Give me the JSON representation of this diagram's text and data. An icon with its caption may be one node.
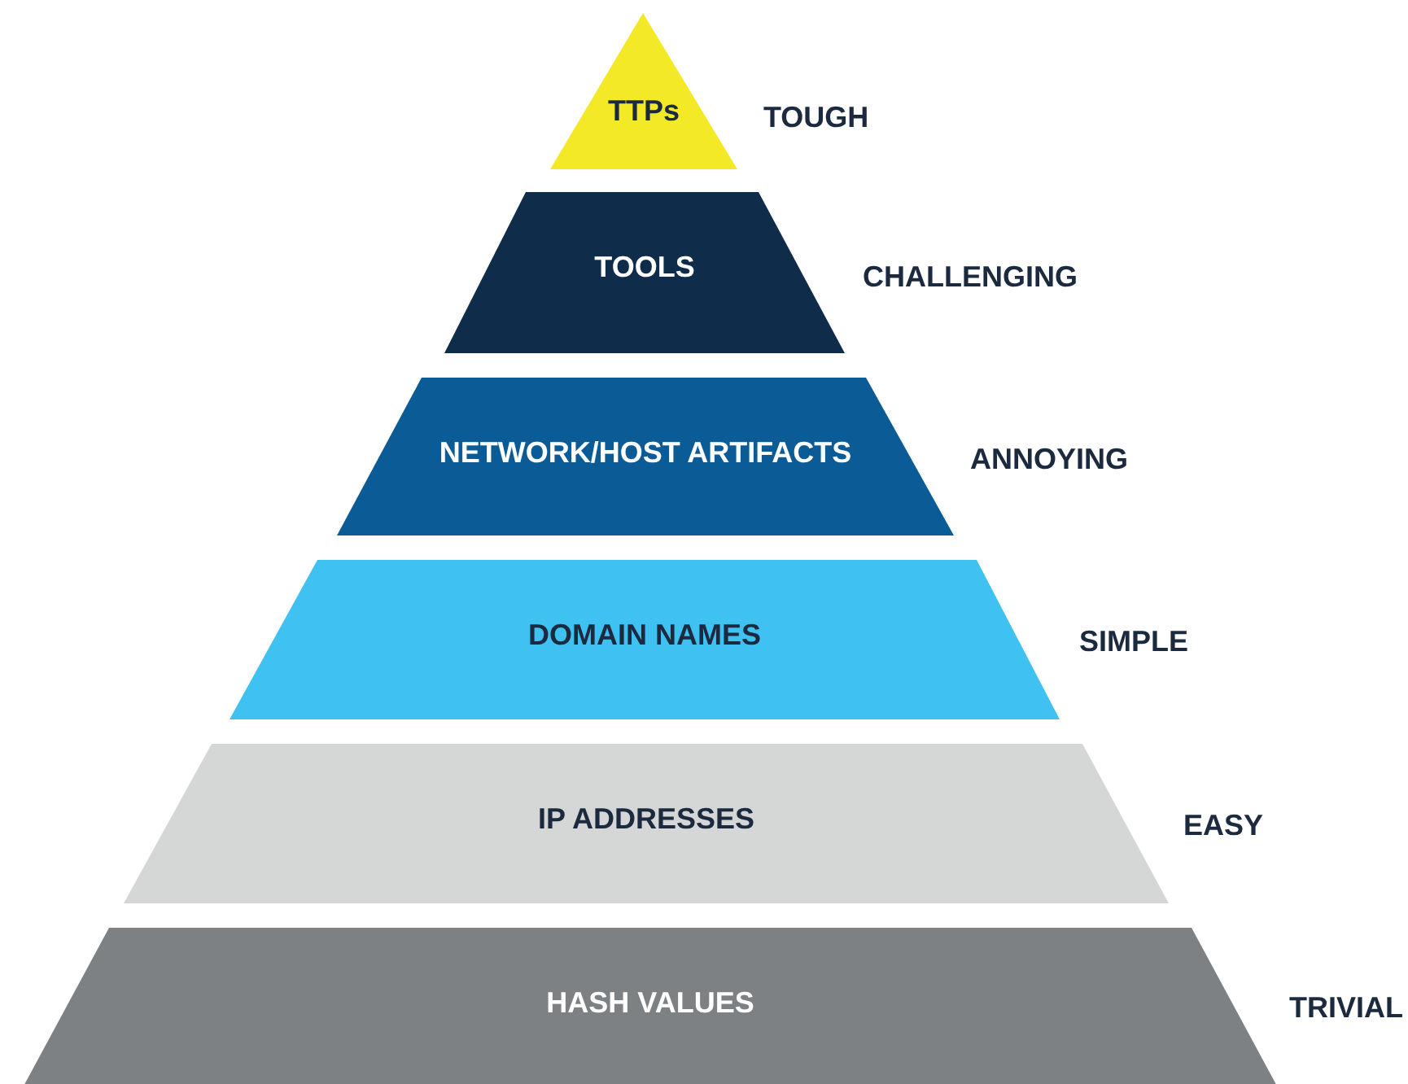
{
  "diagram": {
    "nodes": [
      {
        "text": [
          "TTPs"
        ],
        "beside": [
          "TOUGH"
        ]
      },
      {
        "text": [
          "TOOLS"
        ],
        "beside": [
          "CHALLENGING"
        ]
      },
      {
        "text": [
          "NETWORK/HOST ARTIFACTS"
        ],
        "beside": [
          "ANNOYING"
        ]
      },
      {
        "text": [
          "DOMAIN NAMES"
        ],
        "beside": [
          "SIMPLE"
        ]
      },
      {
        "text": [
          "IP ADDRESSES"
        ],
        "beside": [
          "EASY"
        ]
      },
      {
        "text": [
          "HASH VALUES"
        ],
        "beside": [
          "TRIVIAL"
        ]
      }
    ]
  }
}
